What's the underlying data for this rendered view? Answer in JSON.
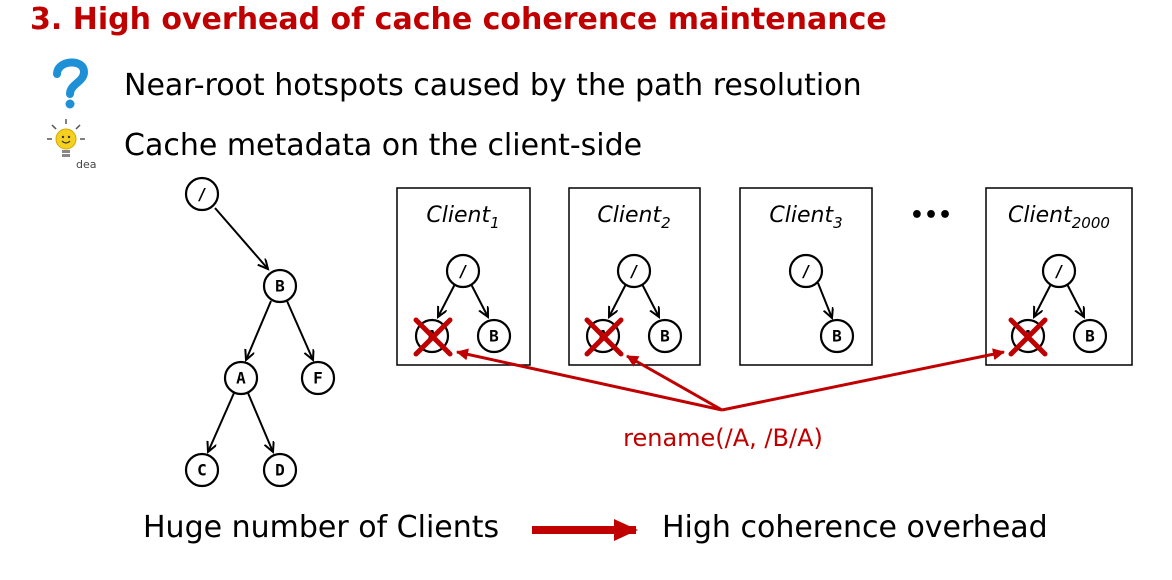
{
  "title": "3. High overhead of cache coherence maintenance",
  "bullets": {
    "problem": "Near-root hotspots caused by the path resolution",
    "idea": "Cache metadata on the client-side",
    "idea_icon_label": "dea"
  },
  "icons": {
    "problem": "question-mark-icon",
    "idea": "lightbulb-icon"
  },
  "tree": {
    "root": "/",
    "b": "B",
    "a": "A",
    "f": "F",
    "c": "C",
    "d": "D"
  },
  "clients": [
    {
      "name": "Client",
      "sub": "1",
      "root": "/",
      "left": "A",
      "right": "B",
      "invalidated": true
    },
    {
      "name": "Client",
      "sub": "2",
      "root": "/",
      "left": "A",
      "right": "B",
      "invalidated": true
    },
    {
      "name": "Client",
      "sub": "3",
      "root": "/",
      "left": "",
      "right": "B",
      "invalidated": false
    },
    {
      "name": "Client",
      "sub": "2000",
      "root": "/",
      "left": "A",
      "right": "B",
      "invalidated": true
    }
  ],
  "ellipsis": "•••",
  "operation": "rename(/A, /B/A)",
  "footer": {
    "cause": "Huge number of Clients",
    "effect": "High coherence overhead"
  },
  "colors": {
    "accent": "#c00000",
    "icon_blue": "#1e90d6",
    "bulb_yellow": "#f5d020"
  }
}
